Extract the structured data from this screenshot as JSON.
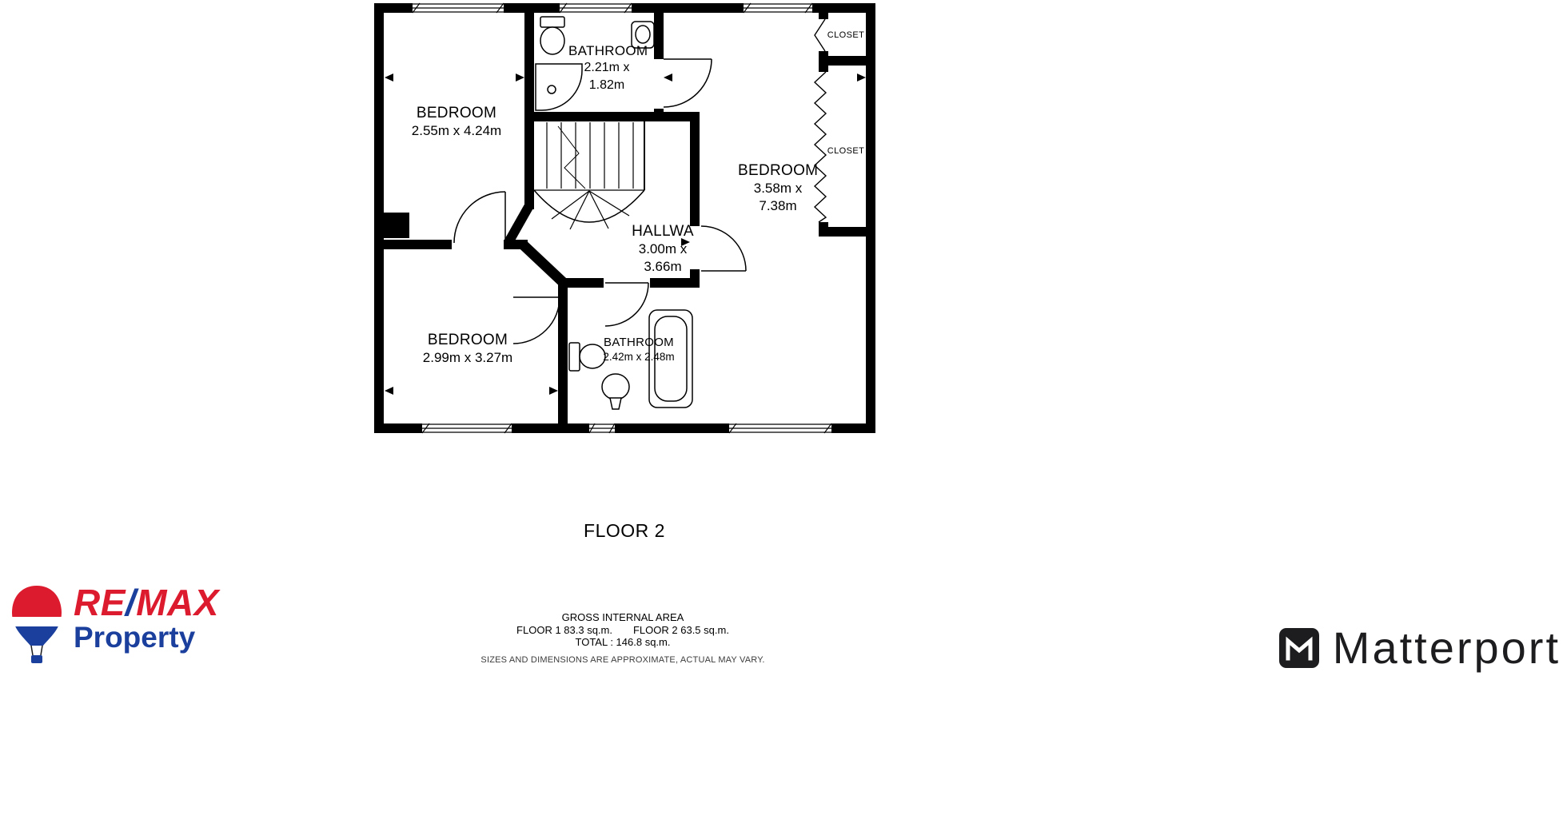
{
  "floorplan": {
    "floor_title": "FLOOR 2",
    "rooms": {
      "bedroom_top_left": {
        "name": "BEDROOM",
        "dims": "2.55m x 4.24m"
      },
      "bathroom_top": {
        "name": "BATHROOM",
        "dims": "2.21m x 1.82m"
      },
      "bedroom_right": {
        "name": "BEDROOM",
        "dims": "3.58m x 7.38m"
      },
      "closet_top": {
        "name": "CLOSET"
      },
      "closet_middle": {
        "name": "CLOSET"
      },
      "hallway": {
        "name": "HALLWA",
        "dims": "3.00m x 3.66m"
      },
      "bedroom_bottom_left": {
        "name": "BEDROOM",
        "dims": "2.99m x 3.27m"
      },
      "bathroom_bottom": {
        "name": "BATHROOM",
        "dims": "2.42m x 2.48m"
      }
    }
  },
  "footer": {
    "gross_area_label": "GROSS INTERNAL AREA",
    "floor1_area": "FLOOR 1 83.3 sq.m.",
    "floor2_area": "FLOOR 2 63.5 sq.m.",
    "total_area": "TOTAL :  146.8 sq.m.",
    "disclaimer": "SIZES AND DIMENSIONS ARE APPROXIMATE, ACTUAL MAY VARY."
  },
  "branding": {
    "remax": {
      "wordmark_re": "RE",
      "wordmark_slash": "/",
      "wordmark_max": "MAX",
      "subtitle": "Property",
      "red": "#DC1C2E",
      "blue": "#1B3F9C"
    },
    "matterport": {
      "wordmark": "Matterport",
      "color": "#1D1D1F"
    }
  }
}
